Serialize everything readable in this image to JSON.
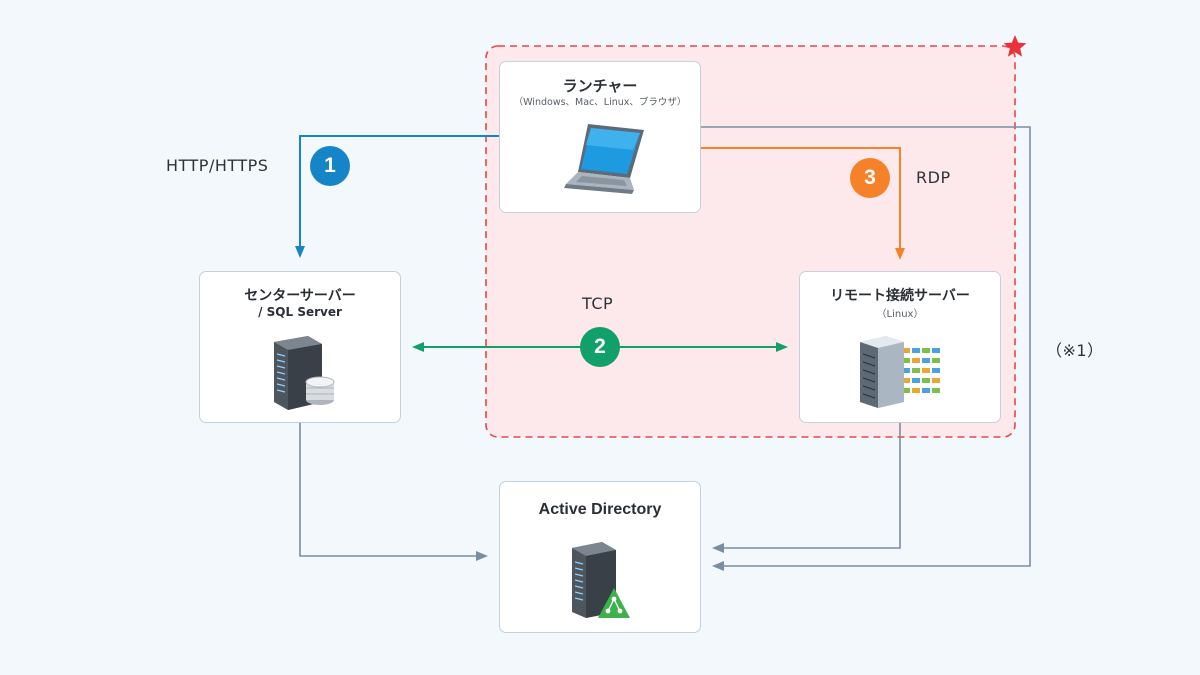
{
  "launcher": {
    "title": "ランチャー",
    "subtitle": "（Windows、Mac、Linux、ブラウザ）",
    "icon": "laptop-icon"
  },
  "center_server": {
    "title": "センターサーバー",
    "subtitle": "/ SQL Server",
    "icon": "server-database-icon"
  },
  "remote_server": {
    "title": "リモート接続サーバー",
    "subtitle": "（Linux）",
    "icon": "server-rack-icon"
  },
  "active_directory": {
    "title": "Active Directory",
    "icon": "server-network-icon"
  },
  "connections": [
    {
      "label": "HTTP/HTTPS",
      "step": "1",
      "color": "#1585c7"
    },
    {
      "label": "TCP",
      "step": "2",
      "color": "#12a06a"
    },
    {
      "label": "RDP",
      "step": "3",
      "color": "#f58128"
    }
  ],
  "note": "（※1）",
  "colors": {
    "zone_fill": "#fde9ec",
    "zone_border": "#e5474c",
    "star": "#e8333a",
    "ad_line": "#7a8ea1"
  }
}
